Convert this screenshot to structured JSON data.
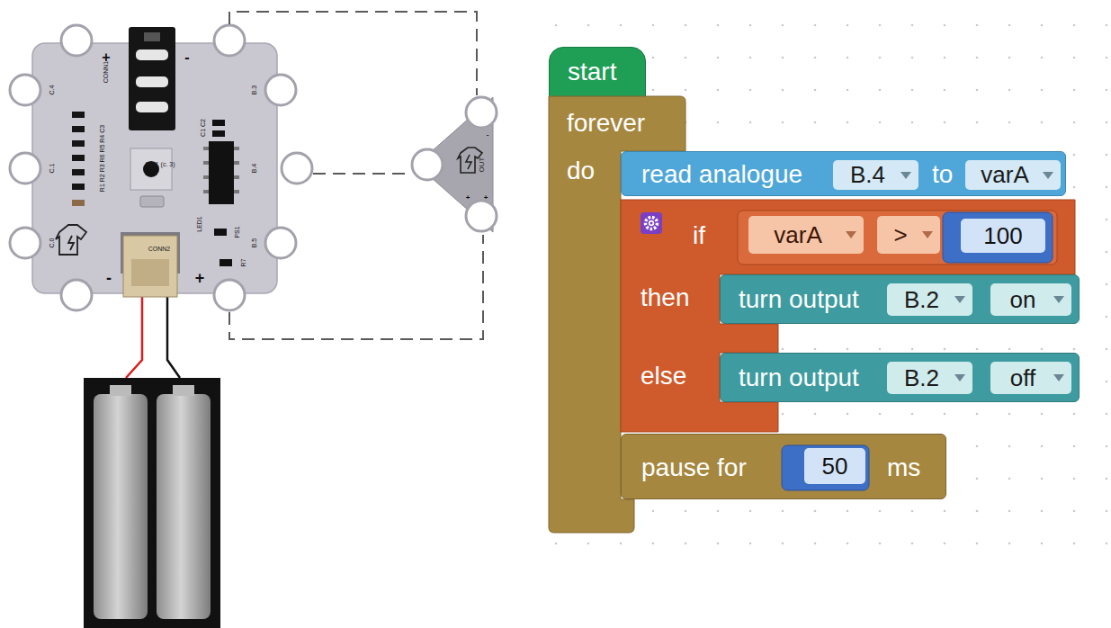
{
  "diagram": {
    "nodes": [
      {
        "text": [
          "start"
        ]
      },
      {
        "text": [
          "forever",
          "do"
        ]
      },
      {
        "text": [
          "read analogue",
          "to"
        ],
        "in": 1
      },
      {
        "text": [
          "B.4"
        ],
        "in": 2
      },
      {
        "text": [
          "varA"
        ],
        "in": 2
      },
      {
        "text": [
          "if",
          "then",
          "else"
        ],
        "in": 1
      },
      {
        "text": [
          "varA"
        ],
        "in": 5
      },
      {
        "text": [
          ">"
        ],
        "in": 5
      },
      {
        "text": [
          "100"
        ],
        "in": 5
      },
      {
        "text": [
          "turn output"
        ],
        "in": 5
      },
      {
        "text": [
          "B.2"
        ],
        "in": 9
      },
      {
        "text": [
          "on"
        ],
        "in": 9
      },
      {
        "text": [
          "turn output"
        ],
        "in": 5
      },
      {
        "text": [
          "B.2"
        ],
        "in": 12
      },
      {
        "text": [
          "off"
        ],
        "in": 12
      },
      {
        "text": [
          "pause for",
          "ms"
        ],
        "in": 1
      },
      {
        "text": [
          "50"
        ],
        "in": 15
      },
      {
        "text": [
          "CONN1",
          "SW1 (c. 3)",
          "LED1",
          "CONN2"
        ]
      },
      {
        "text": [
          "OUT"
        ]
      }
    ],
    "edges": [
      {
        "from": 17,
        "to": 18,
        "arrow": "none"
      },
      {
        "from": 17,
        "to": 18,
        "arrow": "none"
      },
      {
        "from": 17,
        "to": 18,
        "arrow": "none"
      }
    ],
    "labels": [
      "+",
      "-",
      "C.4",
      "C.1",
      "C.0",
      "R1 R2 R3 R6 R5 R4 C3",
      "C1 C2",
      "B.3",
      "B.4",
      "B.5",
      "PS1",
      "R7",
      "-",
      "+",
      "-",
      "+",
      "+"
    ]
  }
}
